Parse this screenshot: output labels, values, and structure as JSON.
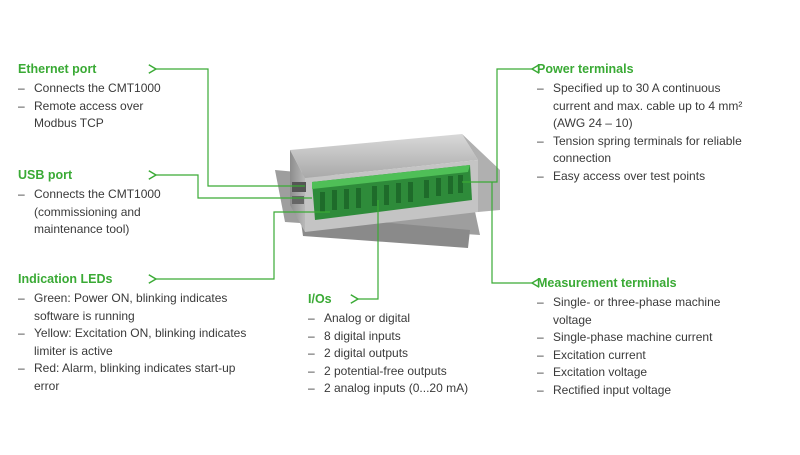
{
  "accent_color": "#3aaa35",
  "device_image": "controller-device-with-green-terminals",
  "sections": {
    "ethernet": {
      "title": "Ethernet port",
      "items": [
        "Connects the CMT1000",
        "Remote access over Modbus TCP"
      ]
    },
    "usb": {
      "title": "USB port",
      "items": [
        "Connects the CMT1000 (commissioning and maintenance tool)"
      ]
    },
    "leds": {
      "title": "Indication LEDs",
      "items": [
        "Green: Power ON, blinking indicates software is running",
        "Yellow: Excitation ON, blinking indicates limiter is active",
        "Red: Alarm, blinking indicates start-up error"
      ]
    },
    "ios": {
      "title": "I/Os",
      "items": [
        "Analog or digital",
        "8 digital inputs",
        "2 digital outputs",
        "2 potential-free outputs",
        "2 analog inputs (0...20 mA)"
      ]
    },
    "power": {
      "title": "Power terminals",
      "items": [
        "Specified up to 30 A continuous current and max. cable up to 4 mm² (AWG 24 – 10)",
        "Tension spring terminals for reliable connection",
        "Easy access over test points"
      ]
    },
    "measurement": {
      "title": "Measurement terminals",
      "items": [
        "Single- or three-phase machine voltage",
        "Single-phase machine current",
        "Excitation current",
        "Excitation voltage",
        "Rectified input voltage"
      ]
    }
  }
}
